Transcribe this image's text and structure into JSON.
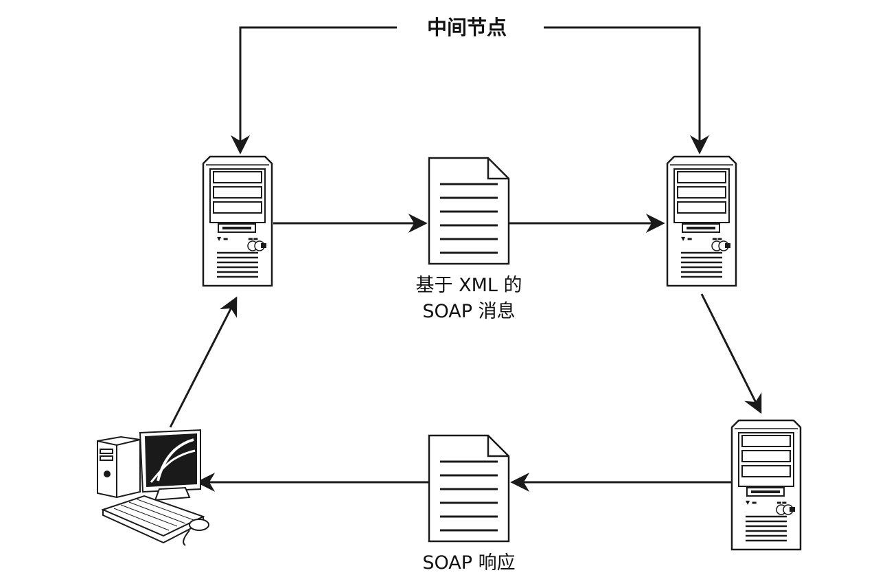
{
  "labels": {
    "intermediate": "中间节点",
    "request_line1": "基于 XML 的",
    "request_line2": "SOAP 消息",
    "response": "SOAP 响应"
  },
  "nodes": {
    "server_left": "server-icon",
    "server_right": "server-icon",
    "server_bottom": "server-icon",
    "doc_request": "document-icon",
    "doc_response": "document-icon",
    "client": "desktop-computer-icon"
  },
  "colors": {
    "line": "#1a1a1a",
    "fill": "#ffffff",
    "bg": "#ffffff"
  }
}
